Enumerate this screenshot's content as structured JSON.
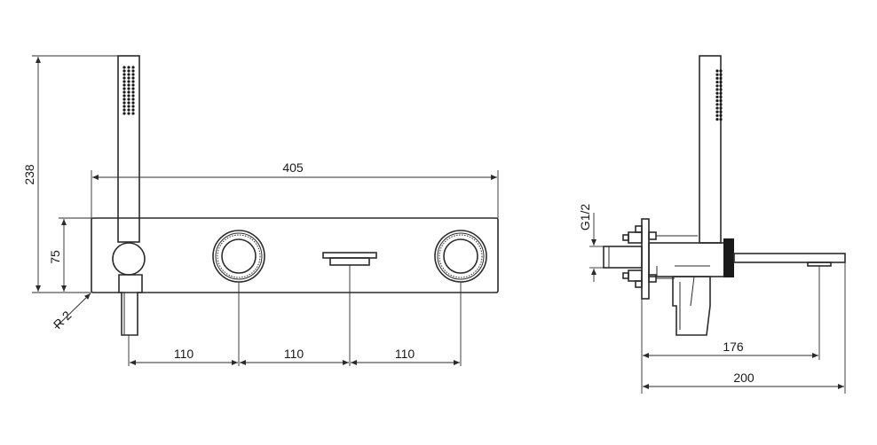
{
  "dimensions": {
    "overall_width": "405",
    "overall_height": "238",
    "plate_height": "75",
    "radius": "R 2",
    "spacing_1": "110",
    "spacing_2": "110",
    "spacing_3": "110",
    "thread": "G1/2",
    "depth_spout": "176",
    "depth_total": "200"
  }
}
